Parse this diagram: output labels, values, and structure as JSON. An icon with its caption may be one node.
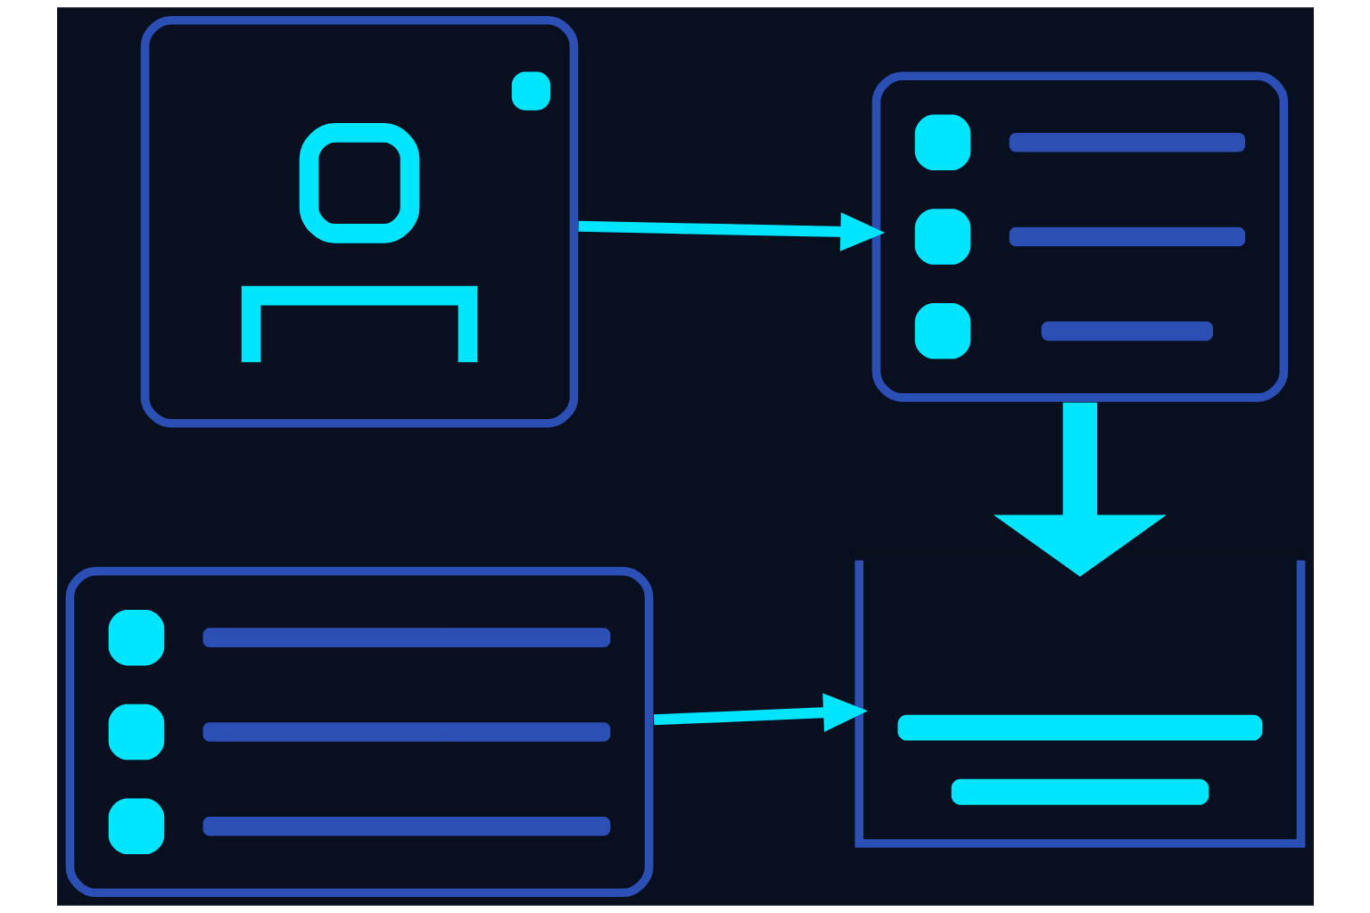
{
  "diagram": {
    "nodes": [
      {
        "text": [],
        "shape": "picture"
      },
      {
        "text": [],
        "shape": "box"
      },
      {
        "text": [],
        "shape": "box"
      },
      {
        "text": [],
        "shape": "tray"
      }
    ],
    "edges": [
      {
        "from": 0,
        "to": 1,
        "arrow": "to"
      },
      {
        "from": 2,
        "to": 3,
        "arrow": "to"
      },
      {
        "from": 1,
        "to": 3,
        "arrow": "to",
        "style": "thick"
      }
    ]
  }
}
